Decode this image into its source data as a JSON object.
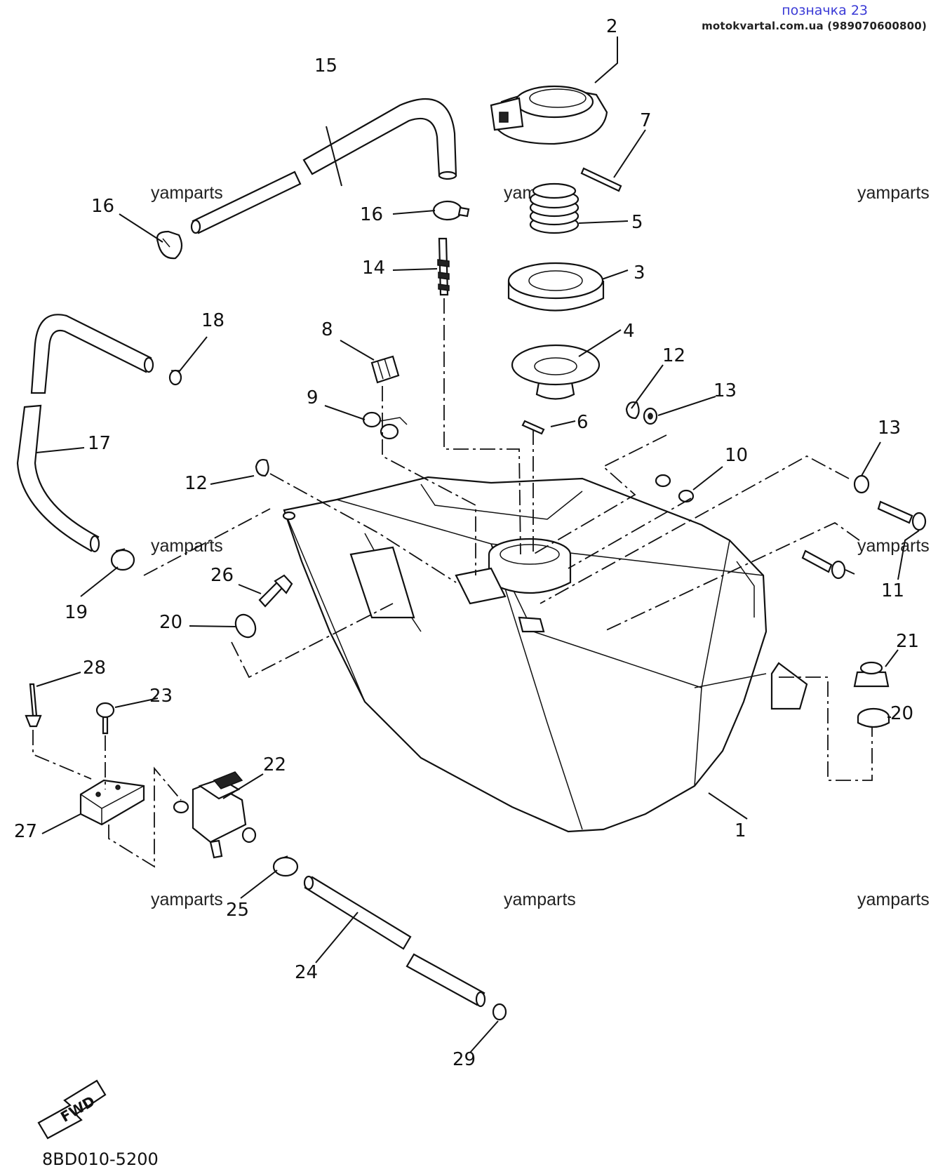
{
  "header": {
    "title": "позначка 23",
    "site": "motokvartal.com.ua (989070600800)"
  },
  "watermark": "yamparts",
  "diagram_code": "8BD010-5200",
  "fwd_label": "FWD",
  "callouts": [
    "1",
    "2",
    "3",
    "4",
    "5",
    "6",
    "7",
    "8",
    "9",
    "10",
    "11",
    "12",
    "12",
    "13",
    "13",
    "14",
    "15",
    "16",
    "16",
    "17",
    "18",
    "19",
    "20",
    "20",
    "21",
    "22",
    "23",
    "24",
    "25",
    "26",
    "27",
    "28",
    "29"
  ]
}
